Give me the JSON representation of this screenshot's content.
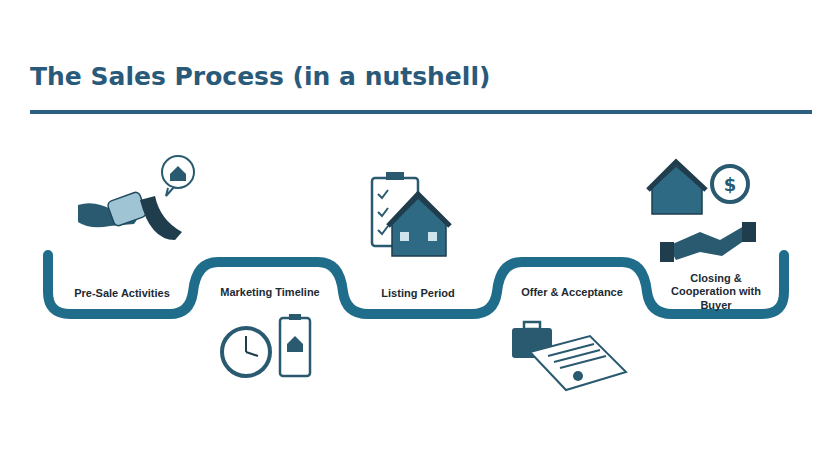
{
  "diagram": {
    "title": "The Sales Process (in a nutshell)",
    "labels": [
      "Pre-Sale Activities",
      "Marketing Timeline",
      "Listing Period",
      "Offer & Acceptance",
      "Closing & Cooperation with Buyer"
    ]
  }
}
